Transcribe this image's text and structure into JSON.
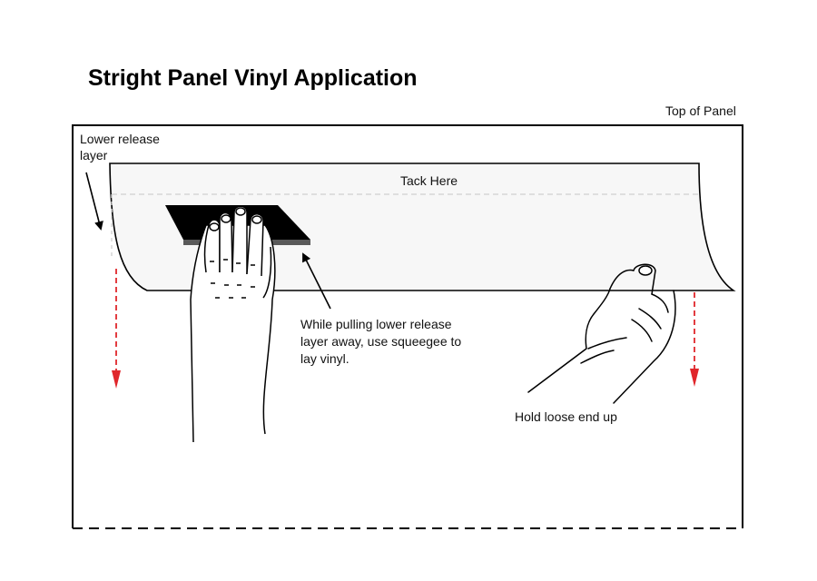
{
  "title": "Stright Panel Vinyl Application",
  "labels": {
    "top_of_panel": "Top of Panel",
    "lower_release_line1": "Lower release",
    "lower_release_line2": "layer",
    "tack_here": "Tack Here",
    "squeegee_line1": "While pulling lower release",
    "squeegee_line2": "layer away, use squeegee to",
    "squeegee_line3": "lay vinyl.",
    "hold_loose_end": "Hold loose end  up"
  },
  "colors": {
    "outline": "#000000",
    "vinyl_fill": "#f7f7f7",
    "tack_line": "#d0d0d0",
    "squeegee": "#000000",
    "squeegee_edge": "#5a5a5a",
    "pull_arrow": "#e0262b"
  },
  "icons": {
    "squeegee": "squeegee-tool",
    "left_hand": "hand-pressing-squeegee",
    "right_hand": "hand-holding-vinyl-end"
  }
}
